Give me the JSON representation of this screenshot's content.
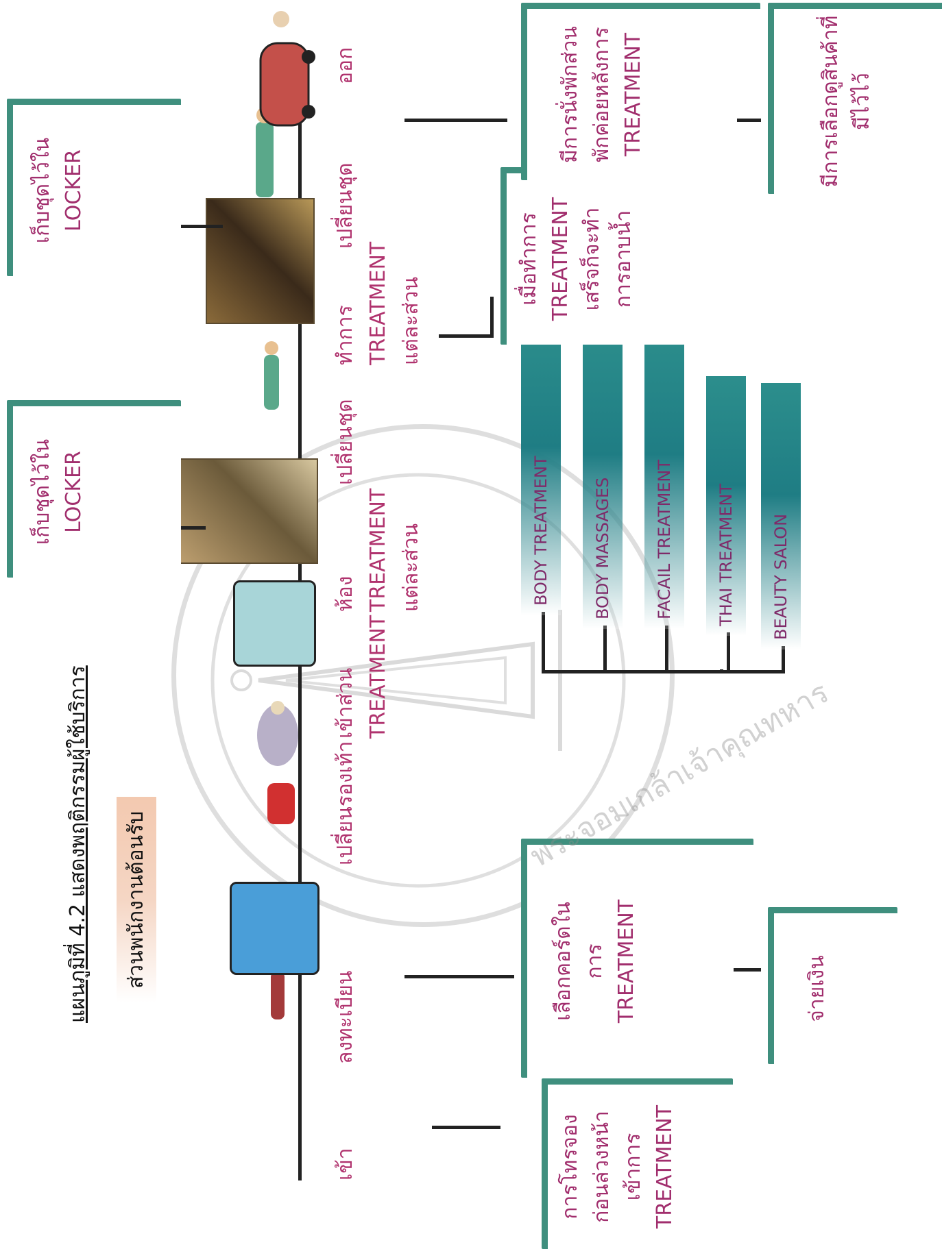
{
  "title": "แผนภูมิที่ 4.2 แสดงพฤติกรรมผู้ใช้บริการ",
  "section_label": "ส่วนพนักงานต้อนรับ",
  "steps": {
    "enter": "เข้า",
    "register": "ลงทะเบียน",
    "change_shoes": "เปลี่ยนรองเท้า",
    "enter_treatment": [
      "เข้าส่วน",
      "TREATMENT"
    ],
    "treatment_room": [
      "ห้อง",
      "TREATMENT",
      "แต่ละส่วน"
    ],
    "change_clothes_1": "เปลี่ยนชุด",
    "do_treatment": [
      "ทำการ",
      "TREATMENT",
      "แต่ละส่วน"
    ],
    "change_clothes_2": "เปลี่ยนชุด",
    "exit": "ออก"
  },
  "boxes": {
    "locker_1": [
      "เก็บชุดไว้ใน",
      "LOCKER"
    ],
    "locker_2": [
      "เก็บชุดไว้ใน",
      "LOCKER"
    ],
    "booking": [
      "การโทรจอง",
      "ก่อนล่วงหน้า",
      "เข้าการ",
      "TREATMENT"
    ],
    "choose_course": [
      "เลือกคอร์ดใน",
      "การ",
      "TREATMENT"
    ],
    "payment": [
      "จ่ายเงิน"
    ],
    "after_treatment": [
      "เมื่อทำการ",
      "TREATMENT",
      "เสร็จก็จะทำ",
      "การอาบน้ำ"
    ],
    "rest_area": [
      "มีการนั่งพักส่วน",
      "พักค่อยหลังการ",
      "TREATMENT"
    ],
    "shop": [
      "มีการเลือกดูสินค้าที่",
      "มีไว้ไว้"
    ]
  },
  "treatments": [
    "BODY TREATMENT",
    "BODY MASSAGES",
    "FACAIL TREATMENT",
    "THAI TREATMENT",
    "BEAUTY SALON"
  ],
  "watermark_text": "พระจอมเกล้าเจ้าคุณทหาร",
  "colors": {
    "text": "#a12e6d",
    "teal": "#3f8f7e",
    "line": "#222222"
  }
}
